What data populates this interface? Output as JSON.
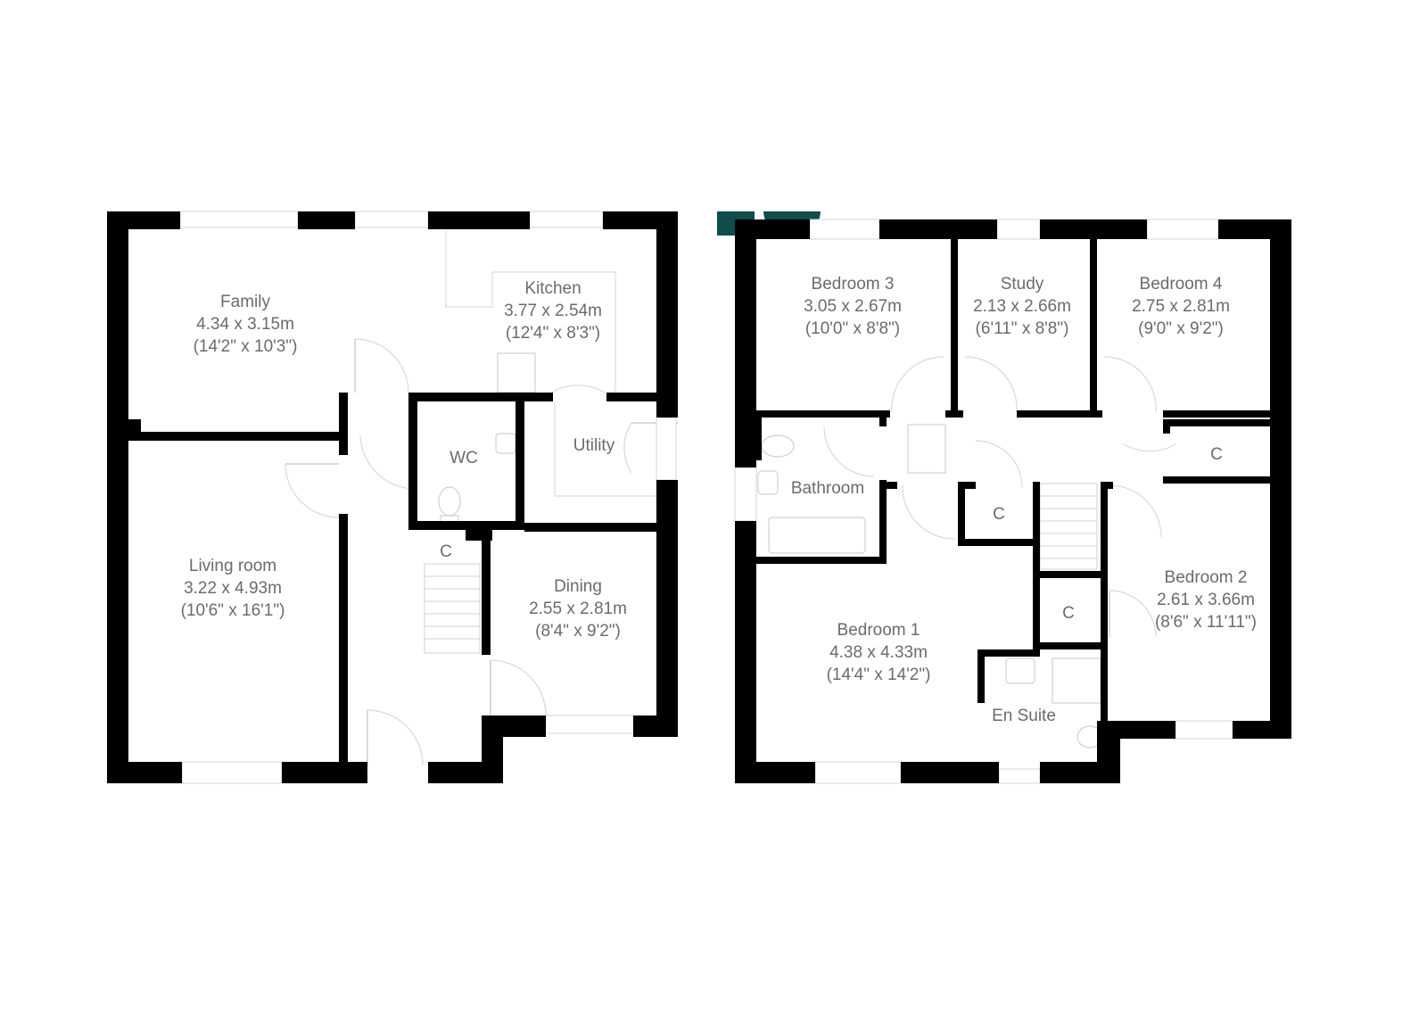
{
  "colors": {
    "wall": "#000000",
    "text": "#6b6b6b",
    "brand_mark": "#0e4d4b",
    "fixture_line": "#d0d0d0"
  },
  "ground_floor": {
    "family": {
      "name": "Family",
      "metric": "4.34 x 3.15m",
      "imperial": "(14'2\" x 10'3\")"
    },
    "kitchen": {
      "name": "Kitchen",
      "metric": "3.77 x 2.54m",
      "imperial": "(12'4\" x 8'3\")"
    },
    "wc": {
      "name": "WC"
    },
    "utility": {
      "name": "Utility"
    },
    "cupboard": {
      "name": "C"
    },
    "living": {
      "name": "Living room",
      "metric": "3.22 x 4.93m",
      "imperial": "(10'6\" x 16'1\")"
    },
    "dining": {
      "name": "Dining",
      "metric": "2.55 x 2.81m",
      "imperial": "(8'4\" x 9'2\")"
    }
  },
  "first_floor": {
    "bedroom3": {
      "name": "Bedroom 3",
      "metric": "3.05 x 2.67m",
      "imperial": "(10'0\" x 8'8\")"
    },
    "study": {
      "name": "Study",
      "metric": "2.13 x 2.66m",
      "imperial": "(6'11\" x 8'8\")"
    },
    "bedroom4": {
      "name": "Bedroom 4",
      "metric": "2.75 x 2.81m",
      "imperial": "(9'0\" x 9'2\")"
    },
    "bathroom": {
      "name": "Bathroom"
    },
    "cupboard_a": {
      "name": "C"
    },
    "cupboard_b": {
      "name": "C"
    },
    "cupboard_c": {
      "name": "C"
    },
    "bedroom1": {
      "name": "Bedroom 1",
      "metric": "4.38 x 4.33m",
      "imperial": "(14'4\" x 14'2\")"
    },
    "bedroom2": {
      "name": "Bedroom 2",
      "metric": "2.61 x 3.66m",
      "imperial": "(8'6\" x 11'11\")"
    },
    "ensuite": {
      "name": "En Suite"
    }
  }
}
